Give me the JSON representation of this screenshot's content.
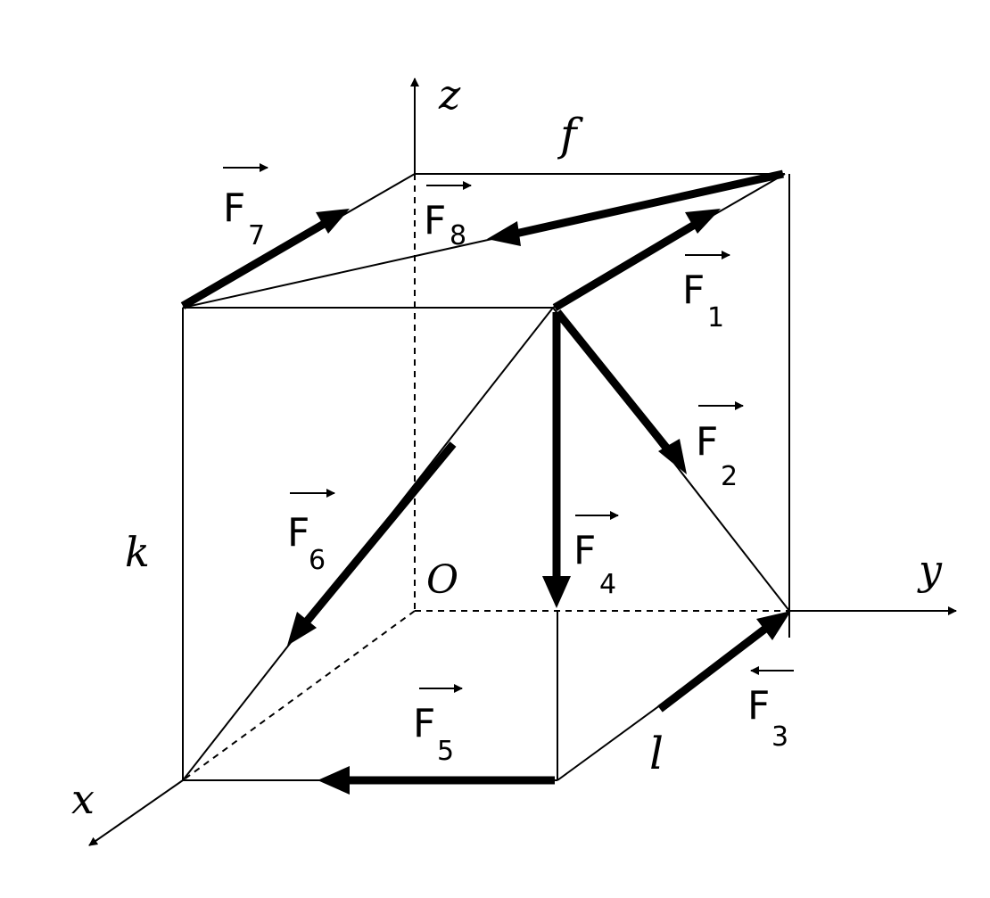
{
  "axes": {
    "x": "x",
    "y": "y",
    "z": "z",
    "origin": "O"
  },
  "dimensions": {
    "k": "k",
    "f": "f",
    "l": "l"
  },
  "forces": [
    {
      "name": "F",
      "sub": "1"
    },
    {
      "name": "F",
      "sub": "2"
    },
    {
      "name": "F",
      "sub": "3"
    },
    {
      "name": "F",
      "sub": "4"
    },
    {
      "name": "F",
      "sub": "5"
    },
    {
      "name": "F",
      "sub": "6"
    },
    {
      "name": "F",
      "sub": "7"
    },
    {
      "name": "F",
      "sub": "8"
    }
  ]
}
